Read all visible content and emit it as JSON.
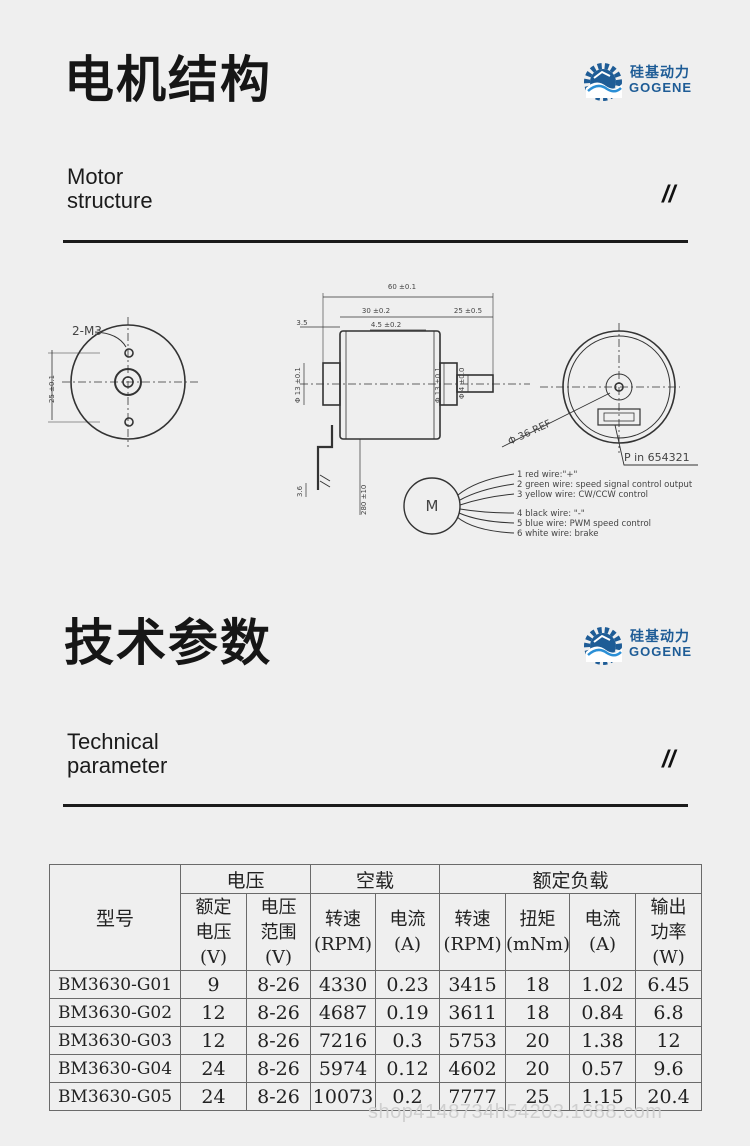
{
  "section1": {
    "title": "电机结构",
    "subtitle_line1": "Motor",
    "subtitle_line2": "structure",
    "slash": "//"
  },
  "section2": {
    "title": "技术参数",
    "subtitle_line1": "Technical",
    "subtitle_line2": "parameter",
    "slash": "//"
  },
  "logo": {
    "cn": "硅基动力",
    "en": "GOGENE",
    "accent": "#1e5c96"
  },
  "drawing": {
    "front_label": "2-M3",
    "front_dim": "25 ±0.1",
    "dim_total": "60 ±0.1",
    "dim_body": "30 ±0.2",
    "dim_shaft": "25 ±0.5",
    "dim_inner": "4.5 ±0.2",
    "dim_small": "3.5",
    "dim_d13a": "Φ 13 ±0.1",
    "dim_d13b": "Φ 13 ±0.1",
    "dim_d4": "Φ 4 ±0.0",
    "dim_small2": "3.6",
    "dim_lead": "280 ±10",
    "dim_d36": "Φ 36 REF",
    "pin": "P in  654321",
    "motor_letter": "M",
    "wires": [
      "1 red wire:\"+\"",
      "2 green wire: speed signal control output",
      "3 yellow wire: CW/CCW control",
      "4 black wire: \"-\"",
      "5 blue wire: PWM speed control",
      "6 white wire: brake"
    ]
  },
  "table": {
    "model_header": "型号",
    "groups": [
      "电压",
      "空载",
      "额定负载"
    ],
    "sub_headers": [
      [
        "额定",
        "电压",
        "(V)"
      ],
      [
        "电压",
        "范围",
        "(V)"
      ],
      [
        "转速",
        "(RPM)"
      ],
      [
        "电流",
        "(A)"
      ],
      [
        "转速",
        "(RPM)"
      ],
      [
        "扭矩",
        "(mNm)"
      ],
      [
        "电流",
        "(A)"
      ],
      [
        "输出",
        "功率",
        "(W)"
      ]
    ],
    "rows": [
      [
        "BM3630-G01",
        "9",
        "8-26",
        "4330",
        "0.23",
        "3415",
        "18",
        "1.02",
        "6.45"
      ],
      [
        "BM3630-G02",
        "12",
        "8-26",
        "4687",
        "0.19",
        "3611",
        "18",
        "0.84",
        "6.8"
      ],
      [
        "BM3630-G03",
        "12",
        "8-26",
        "7216",
        "0.3",
        "5753",
        "20",
        "1.38",
        "12"
      ],
      [
        "BM3630-G04",
        "24",
        "8-26",
        "5974",
        "0.12",
        "4602",
        "20",
        "0.57",
        "9.6"
      ],
      [
        "BM3630-G05",
        "24",
        "8-26",
        "10073",
        "0.2",
        "7777",
        "25",
        "1.15",
        "20.4"
      ]
    ]
  },
  "watermark": "shop4148734h54203.1688.com"
}
